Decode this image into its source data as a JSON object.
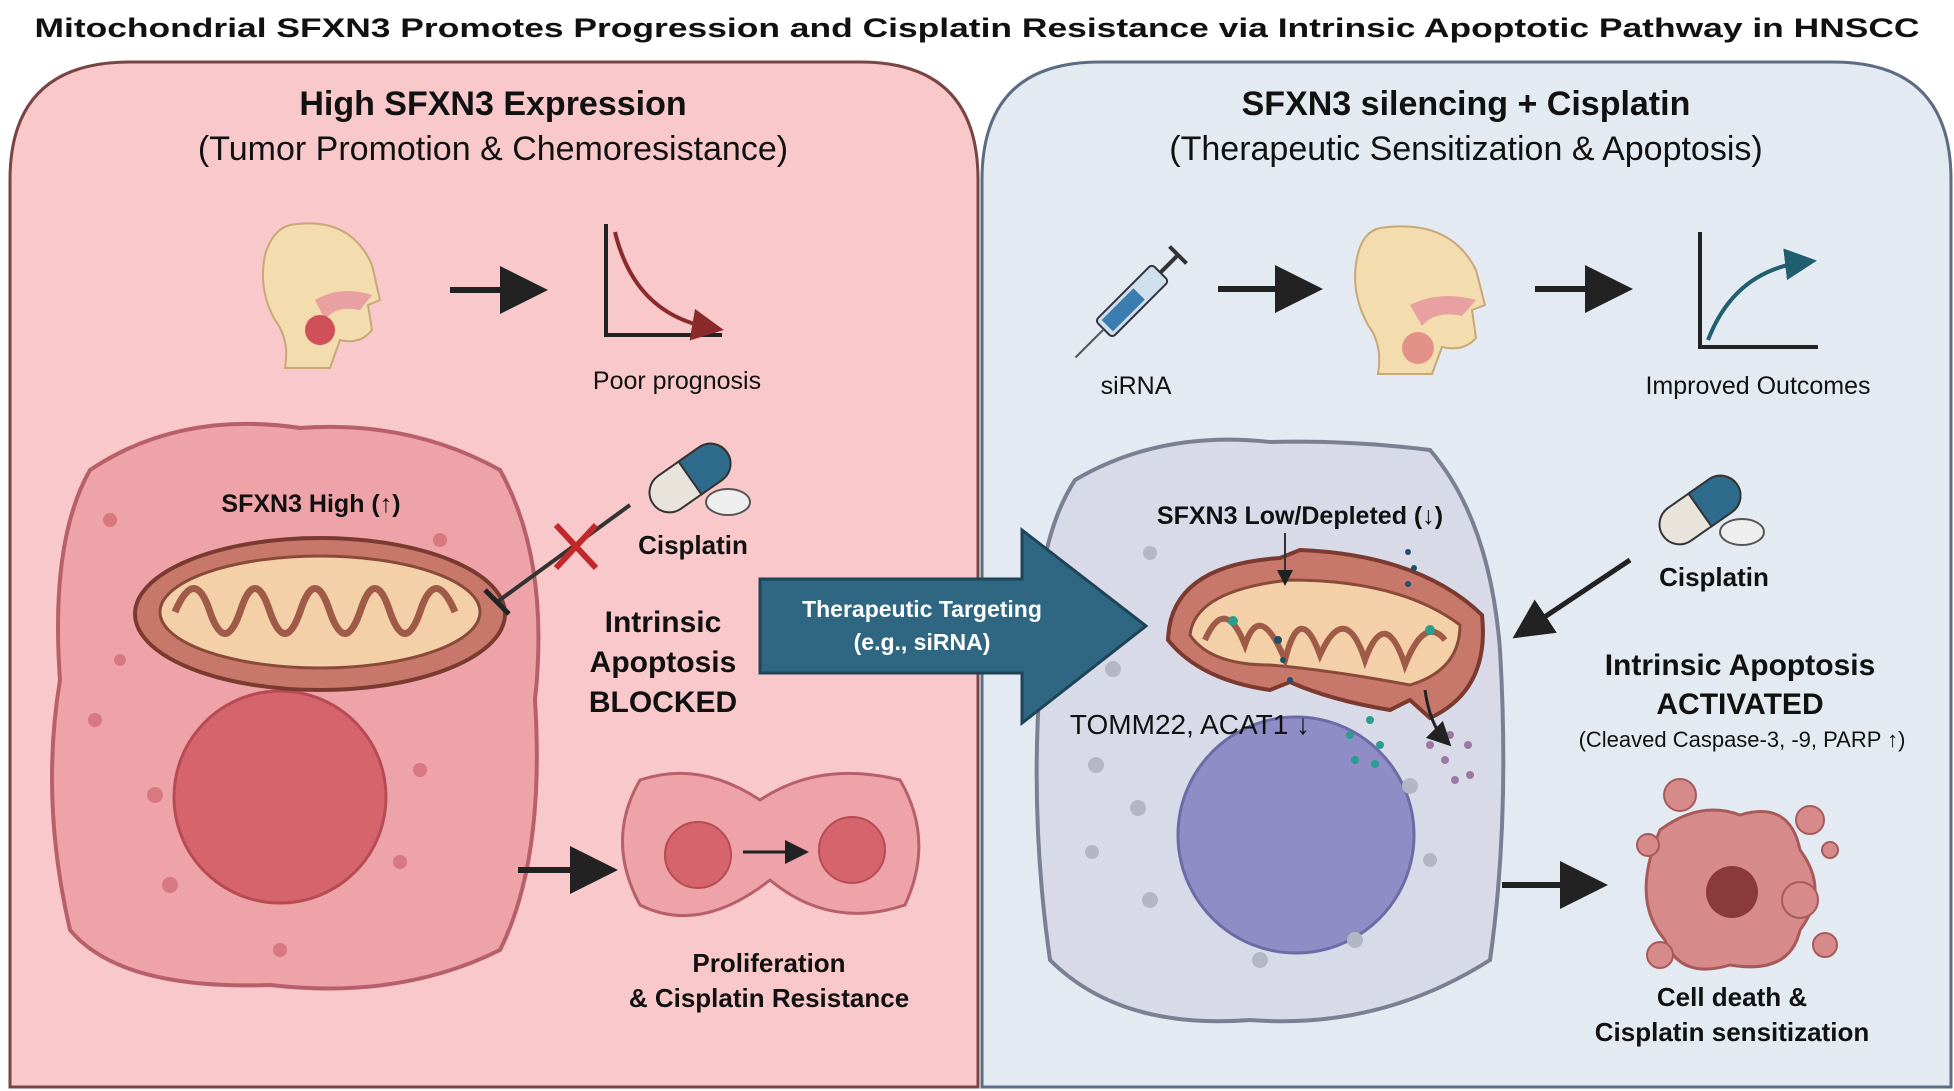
{
  "title": "Mitochondrial SFXN3 Promotes Progression and Cisplatin Resistance via Intrinsic Apoptotic Pathway in HNSCC",
  "left_panel": {
    "heading": "High SFXN3 Expression",
    "subheading": "(Tumor Promotion & Chemoresistance)",
    "prognosis_label": "Poor prognosis",
    "mito_label": "SFXN3 High (↑)",
    "drug_label": "Cisplatin",
    "status_lines": [
      "Intrinsic",
      "Apoptosis",
      "BLOCKED"
    ],
    "outcome_lines": [
      "Proliferation",
      "& Cisplatin Resistance"
    ],
    "color": "#f8c8ca",
    "border": "#7a4444"
  },
  "center_arrow": {
    "lines": [
      "Therapeutic Targeting",
      "(e.g., siRNA)"
    ],
    "color": "#2f6782"
  },
  "right_panel": {
    "heading": "SFXN3 silencing + Cisplatin",
    "subheading": "(Therapeutic Sensitization & Apoptosis)",
    "sirna_label": "siRNA",
    "outcome_label": "Improved Outcomes",
    "mito_label": "SFXN3 Low/Depleted (↓)",
    "protein_label": "TOMM22, ACAT1 ↓",
    "drug_label": "Cisplatin",
    "status_lines": [
      "Intrinsic Apoptosis",
      "ACTIVATED"
    ],
    "status_detail": "(Cleaved Caspase-3, -9, PARP ↑)",
    "result_lines": [
      "Cell death &",
      "Cisplatin sensitization"
    ],
    "color": "#e3eaf2",
    "border": "#5c6c82"
  }
}
